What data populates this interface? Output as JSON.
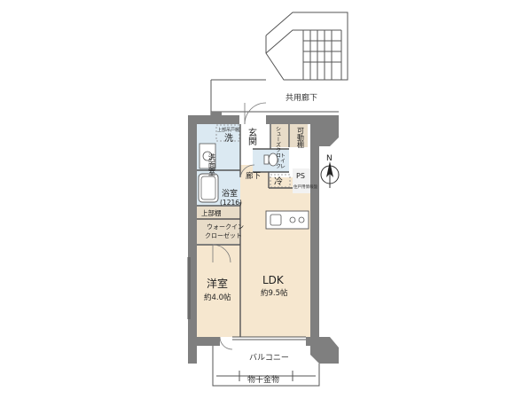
{
  "labels": {
    "corridor": "共用廊下",
    "washroom": "洗面室",
    "laundry": "洗",
    "shelf_top_wash": "上部吊戸棚",
    "entrance": "玄関",
    "shoes_closet": "シューズクローク",
    "storage": "可動棚",
    "toilet": "トイレ",
    "bath": "浴室",
    "bath_size": "(1216)",
    "hall": "廊下",
    "fridge": "冷",
    "ps": "PS",
    "comm_box": "住戸用情報盤",
    "upper_shelf": "上部棚",
    "walkin": "ウォークイン",
    "closet": "クローゼット",
    "western_room": "洋室",
    "western_size": "約4.0帖",
    "ldk": "LDK",
    "ldk_size": "約9.5帖",
    "balcony": "バルコニー",
    "drying_rack": "物干金物",
    "north": "N"
  },
  "colors": {
    "wall": "#7f7f7f",
    "wood_floor": "#f6e7cf",
    "wet_floor": "#dbe9f2",
    "closet_floor": "#e8dcc8",
    "line": "#555555"
  }
}
